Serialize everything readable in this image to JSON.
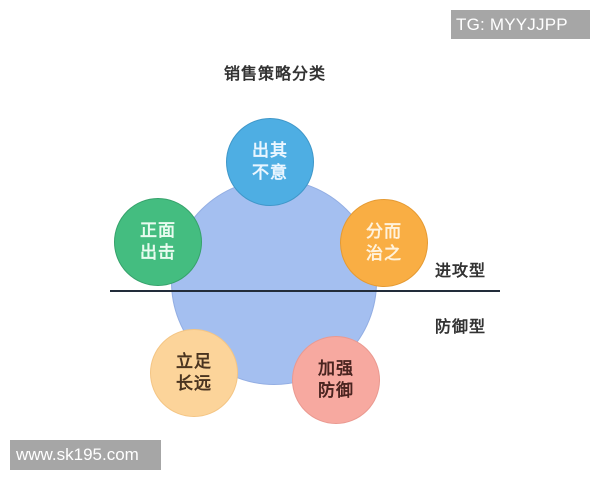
{
  "watermarks": {
    "top_right": "TG: MYYJJPP",
    "bottom_left": "www.sk195.com"
  },
  "diagram": {
    "title": "销售策略分类",
    "center_color": "#a4bff0",
    "divider_color": "#222c3a",
    "categories": {
      "offensive": "进攻型",
      "defensive": "防御型"
    },
    "nodes": [
      {
        "id": "top",
        "line1": "出其",
        "line2": "不意",
        "color": "#4eaee3",
        "group": "offensive"
      },
      {
        "id": "left",
        "line1": "正面",
        "line2": "出击",
        "color": "#44bd80",
        "group": "offensive"
      },
      {
        "id": "right",
        "line1": "分而",
        "line2": "治之",
        "color": "#f9ae44",
        "group": "offensive"
      },
      {
        "id": "bottom_left",
        "line1": "立足",
        "line2": "长远",
        "color": "#fcd49a",
        "group": "defensive"
      },
      {
        "id": "bottom_right",
        "line1": "加强",
        "line2": "防御",
        "color": "#f7a9a0",
        "group": "defensive"
      }
    ]
  }
}
